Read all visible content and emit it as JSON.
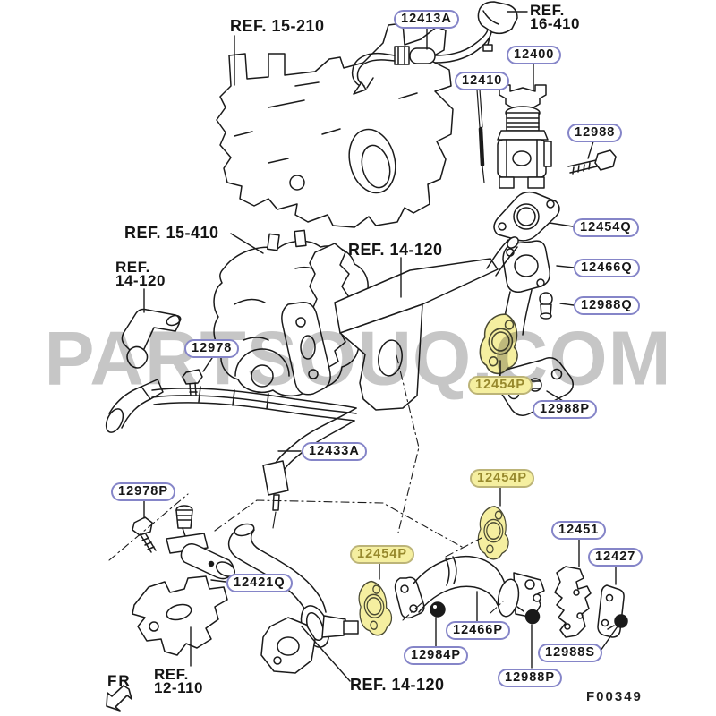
{
  "watermark": "PARTSOUQ.COM",
  "figure_code": "F00349",
  "front_indicator": "FR",
  "colors": {
    "callout_border": "#8585c8",
    "highlight_fill": "#f5efa0",
    "highlight_text": "#97892d",
    "watermark_gray": "#c6c6c6",
    "line_art": "#1b1b1b"
  },
  "refs": {
    "r15_210": "REF. 15-210",
    "r16_410": {
      "line1": "REF.",
      "line2": "16-410"
    },
    "r15_410": "REF. 15-410",
    "r14_120": "REF. 14-120",
    "r14_120_2line": {
      "line1": "REF.",
      "line2": "14-120"
    },
    "r12_110": {
      "line1": "REF.",
      "line2": "12-110"
    }
  },
  "part_numbers": {
    "p12413a": "12413A",
    "p12400": "12400",
    "p12410": "12410",
    "p12988": "12988",
    "p12454q": "12454Q",
    "p12466q": "12466Q",
    "p12988q": "12988Q",
    "p12978": "12978",
    "p12454p": "12454P",
    "p12988p": "12988P",
    "p12433a": "12433A",
    "p12978p": "12978P",
    "p12421q": "12421Q",
    "p12451": "12451",
    "p12427": "12427",
    "p12466p": "12466P",
    "p12984p": "12984P",
    "p12988s": "12988S"
  },
  "highlighted_parts": [
    "12454P"
  ]
}
